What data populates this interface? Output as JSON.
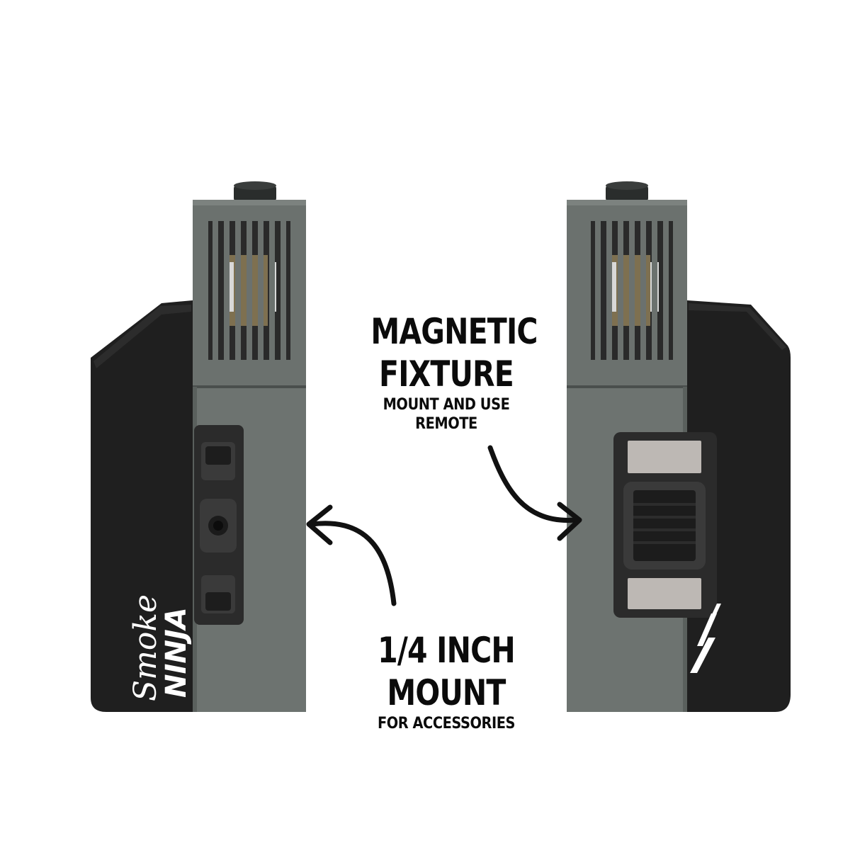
{
  "callouts": {
    "magnetic": {
      "title_line1": "MAGNETIC",
      "title_line2": "FIXTURE",
      "sub_line1": "MOUNT AND USE",
      "sub_line2": "REMOTE"
    },
    "mount": {
      "title_line1": "1/4 INCH",
      "title_line2": "MOUNT",
      "sub_line1": "FOR ACCESSORIES"
    }
  },
  "logo": {
    "script": "Smoke",
    "word": "NINJA"
  },
  "colors": {
    "gray_body": "#6b716e",
    "black_body": "#1e1e1e",
    "magnet_plate": "#bdb8b4",
    "text": "#0b0b0b"
  }
}
